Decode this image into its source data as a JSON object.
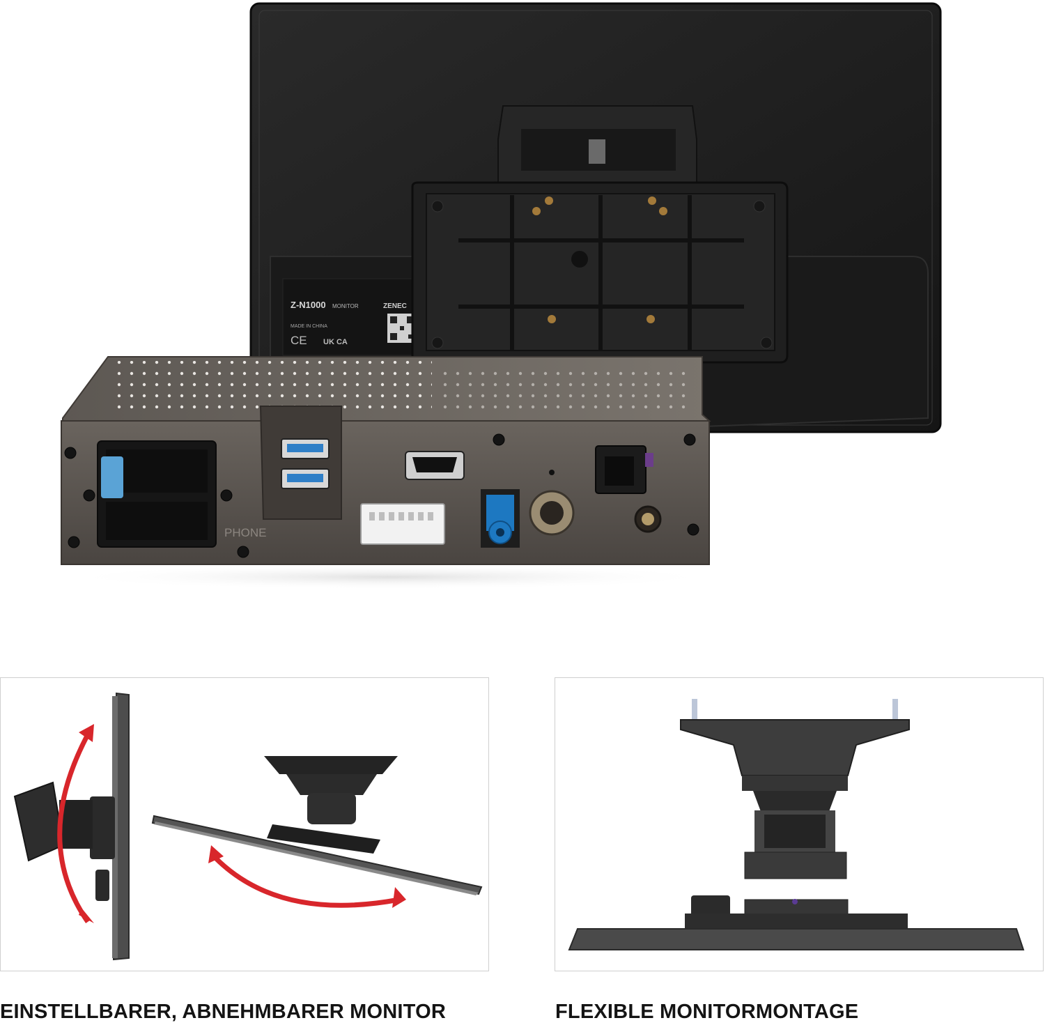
{
  "product": {
    "model_label": "Z-N1000",
    "model_suffix": "MONITOR",
    "brand_label": "ZENEC",
    "made_in": "MADE IN CHINA",
    "ce_mark": "CE",
    "ukca_mark": "UK CA",
    "unit_phone_label": "PHONE"
  },
  "captions": {
    "left": "EINSTELLBARER, ABNEHMBARER MONITOR",
    "right": "FLEXIBLE MONITORMONTAGE"
  },
  "colors": {
    "arrow_red": "#d8262b",
    "monitor_black": "#1c1c1c",
    "unit_gray": "#5a5550",
    "fakra_blue": "#1d78c1",
    "usb_blue": "#2f7fc7"
  }
}
